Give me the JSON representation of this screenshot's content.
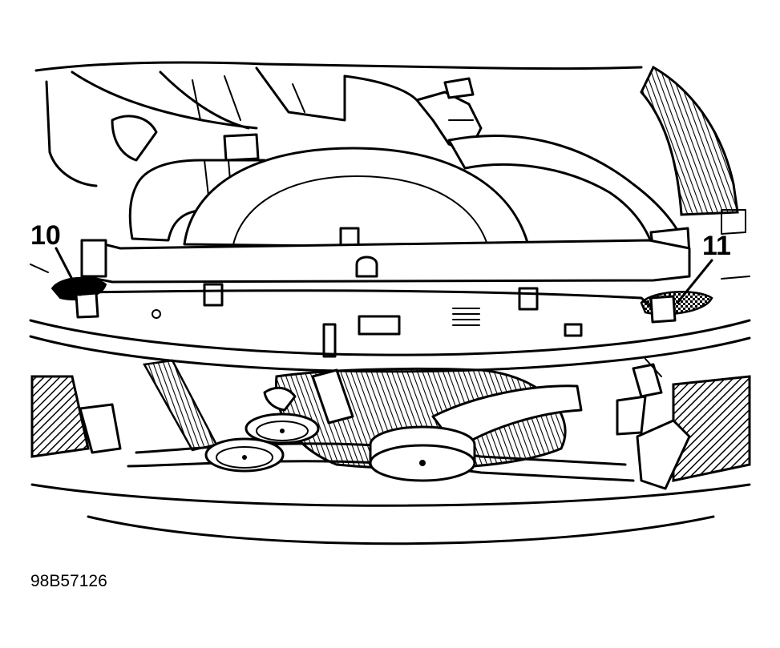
{
  "labels": {
    "callout_left": "10",
    "callout_right": "11"
  },
  "figure_id": "98B57126",
  "colors": {
    "ink": "#000000",
    "paper": "#ffffff"
  }
}
